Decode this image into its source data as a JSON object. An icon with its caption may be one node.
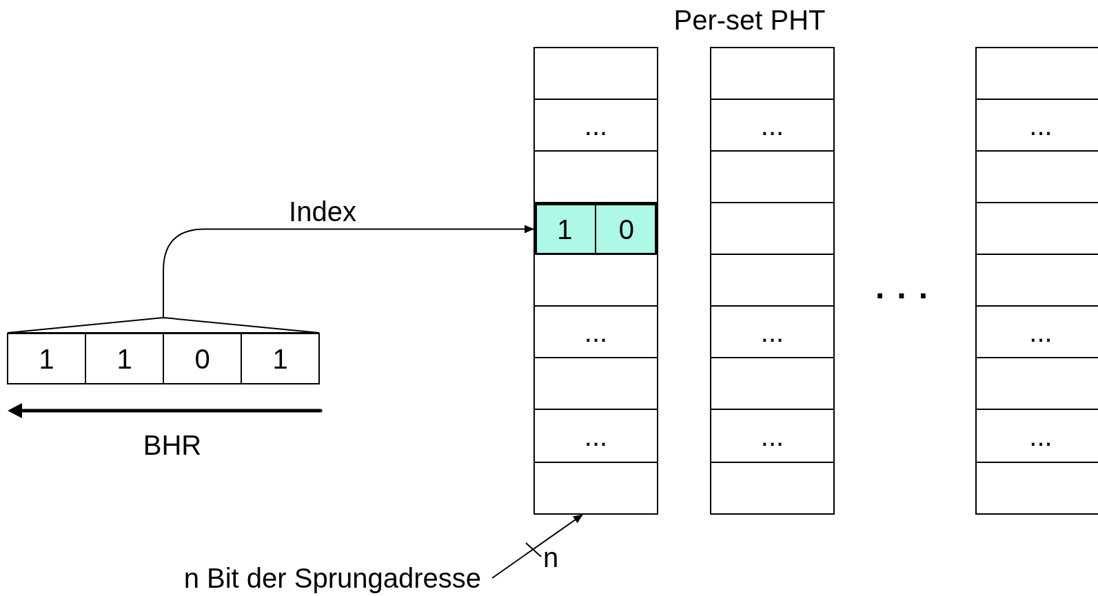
{
  "diagram": {
    "nodes": [
      {
        "text": [],
        "shape": "triangle"
      },
      {
        "text": [
          "1"
        ]
      },
      {
        "text": [
          "1"
        ]
      },
      {
        "text": [
          "0"
        ]
      },
      {
        "text": [
          "1"
        ]
      },
      {
        "text": [],
        "shape": "box"
      },
      {
        "text": [],
        "shape": "box",
        "in": 5
      },
      {
        "text": [
          "..."
        ],
        "in": 5
      },
      {
        "text": [],
        "shape": "box",
        "in": 5
      },
      {
        "text": [],
        "shape": "box",
        "in": 5
      },
      {
        "text": [
          "1"
        ],
        "in": 9
      },
      {
        "text": [
          "0"
        ],
        "in": 9
      },
      {
        "text": [],
        "shape": "box",
        "in": 5
      },
      {
        "text": [
          "..."
        ],
        "in": 5
      },
      {
        "text": [],
        "shape": "box",
        "in": 5
      },
      {
        "text": [
          "..."
        ],
        "in": 5
      },
      {
        "text": [],
        "shape": "box",
        "in": 5
      },
      {
        "text": [],
        "shape": "box"
      },
      {
        "text": [],
        "shape": "box",
        "in": 17
      },
      {
        "text": [
          "..."
        ],
        "in": 17
      },
      {
        "text": [],
        "shape": "box",
        "in": 17
      },
      {
        "text": [],
        "shape": "box",
        "in": 17
      },
      {
        "text": [],
        "shape": "box",
        "in": 17
      },
      {
        "text": [
          "..."
        ],
        "in": 17
      },
      {
        "text": [],
        "shape": "box",
        "in": 17
      },
      {
        "text": [
          "..."
        ],
        "in": 17
      },
      {
        "text": [],
        "shape": "box",
        "in": 17
      },
      {
        "text": [],
        "shape": "box"
      },
      {
        "text": [],
        "shape": "box",
        "in": 27
      },
      {
        "text": [
          "..."
        ],
        "in": 27
      },
      {
        "text": [],
        "shape": "box",
        "in": 27
      },
      {
        "text": [],
        "shape": "box",
        "in": 27
      },
      {
        "text": [],
        "shape": "box",
        "in": 27
      },
      {
        "text": [
          "..."
        ],
        "in": 27
      },
      {
        "text": [],
        "shape": "box",
        "in": 27
      },
      {
        "text": [
          "..."
        ],
        "in": 27
      },
      {
        "text": [],
        "shape": "box",
        "in": 27
      },
      {
        "text": [
          "n Bit der Sprungadresse"
        ]
      }
    ],
    "edges": [
      {
        "from": 0,
        "to": 9,
        "arrow": "to",
        "label": "Index"
      },
      {
        "from": 37,
        "to": 5,
        "arrow": "to"
      }
    ],
    "labels": [
      "Per-set PHT",
      "...",
      "BHR",
      "n"
    ]
  }
}
